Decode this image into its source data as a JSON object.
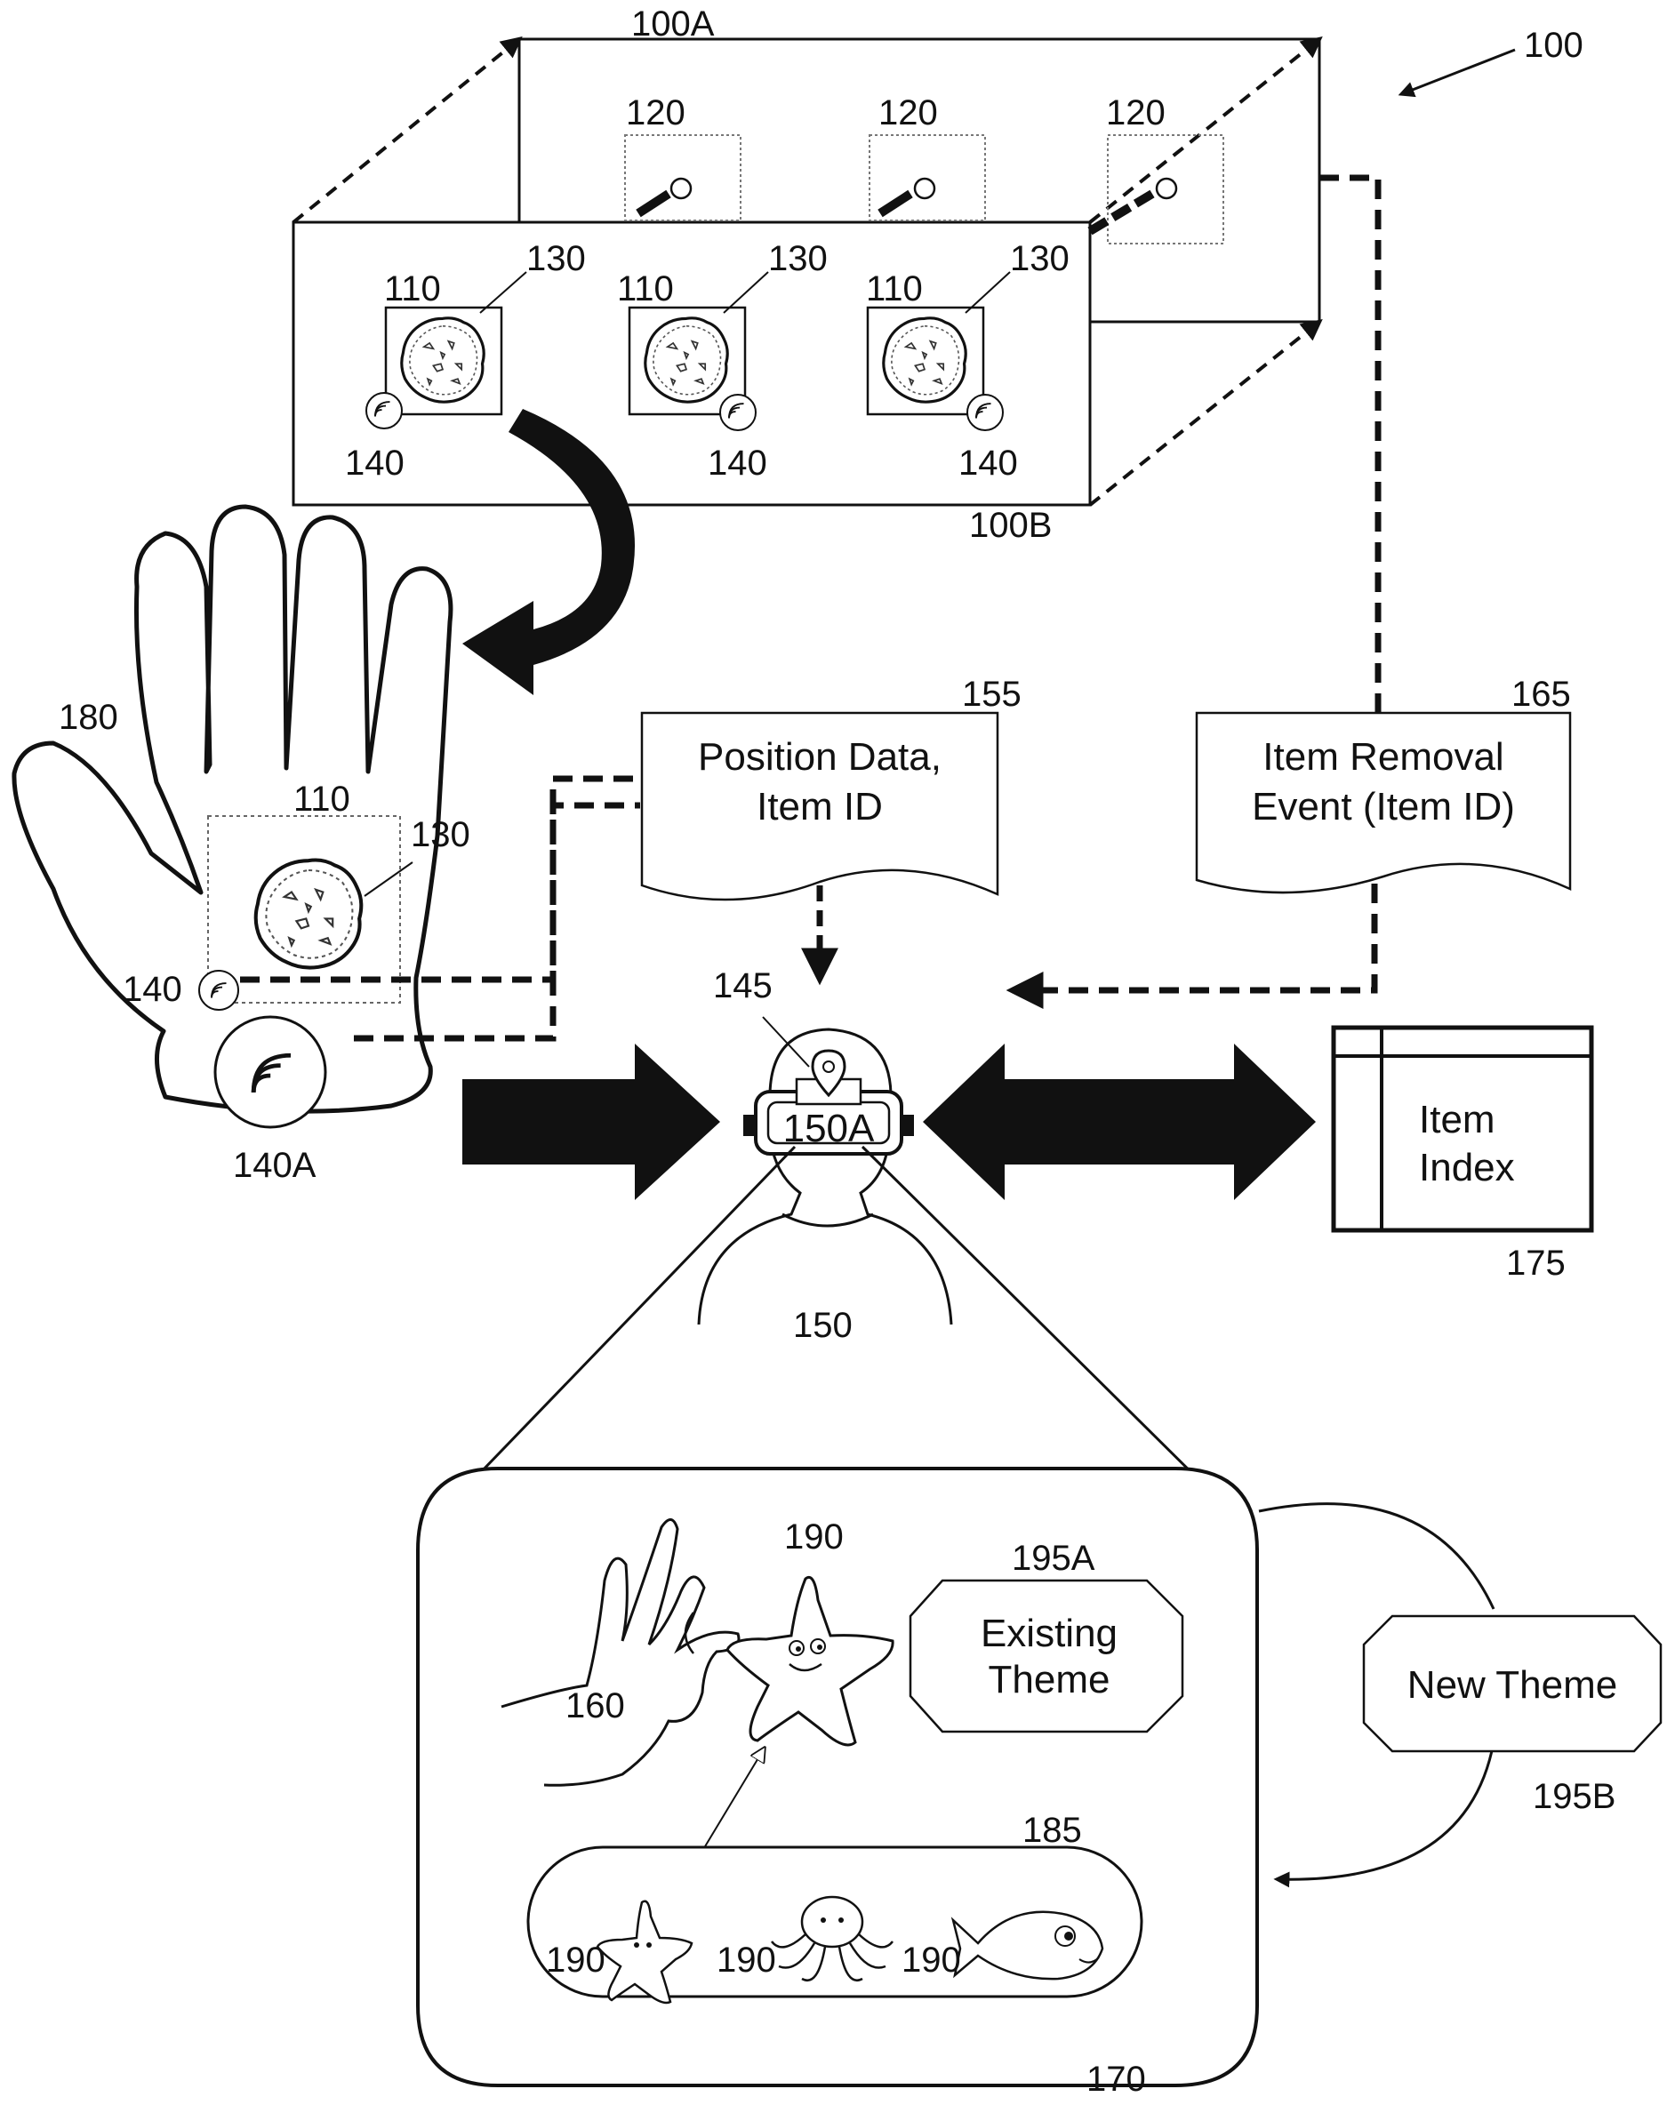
{
  "colors": {
    "ink": "#111111",
    "background": "#ffffff",
    "light_ink": "#888888"
  },
  "labels": {
    "system": "100",
    "top_panel": "100A",
    "front_panel": "100B",
    "sensor": "120",
    "item": "110",
    "item_image": "130",
    "tag": "140",
    "glove_tag": "140A",
    "glove": "180",
    "user": "150",
    "headset": "150A",
    "location_marker": "145",
    "position_data_doc": "155",
    "removal_event_doc": "165",
    "item_index_ref": "175",
    "display": "170",
    "gesture_hand": "160",
    "character": "190",
    "existing_theme_ref": "195A",
    "new_theme_ref": "195B",
    "character_tray": "185"
  },
  "documents": {
    "position_line1": "Position Data,",
    "position_line2": "Item ID",
    "removal_line1": "Item Removal",
    "removal_line2": "Event (Item ID)"
  },
  "item_index": {
    "line1": "Item",
    "line2": "Index"
  },
  "themes": {
    "existing_line1": "Existing",
    "existing_line2": "Theme",
    "new": "New Theme"
  },
  "icons": [
    "rfid-signal-icon",
    "map-pin-icon",
    "starfish-icon",
    "octopus-icon",
    "fish-icon",
    "cookie-icon",
    "hand-icon",
    "user-icon"
  ]
}
